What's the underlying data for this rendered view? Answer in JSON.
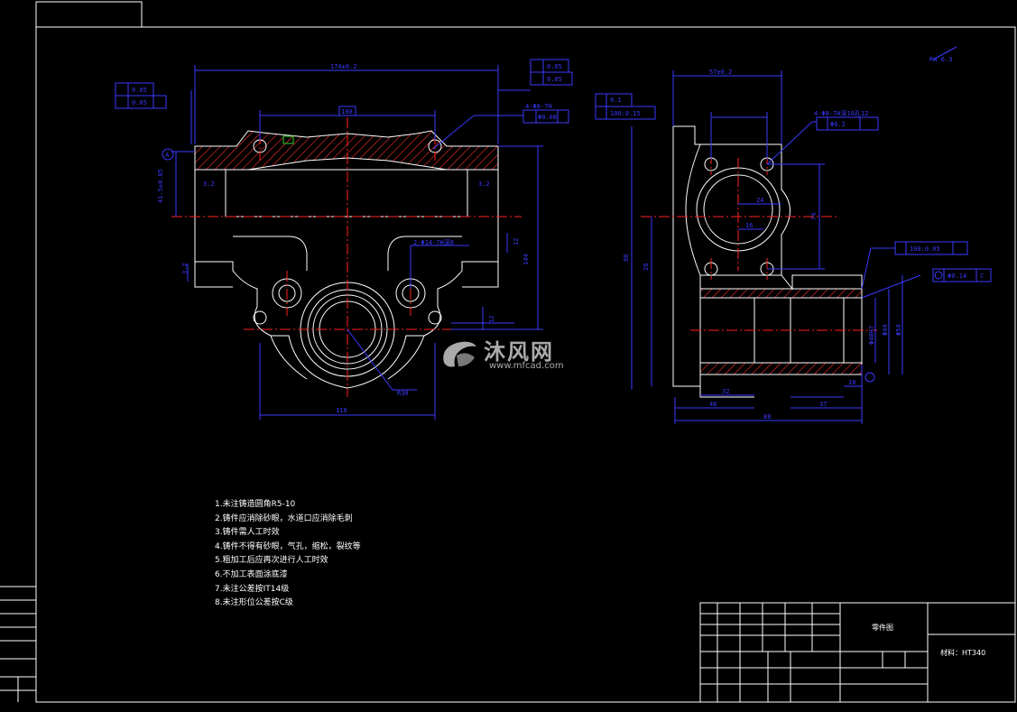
{
  "drawing": {
    "title_block": {
      "part_name": "零件图",
      "material": "材料：HT340"
    },
    "corner_mark": "Ra 6.3",
    "front_view": {
      "overall_width": "174±0.2",
      "top_inner": "100",
      "bottom_width": "110",
      "height_right": "144",
      "height_left": "41.5±0.05",
      "flatness_1": "0.05",
      "flatness_2": "0.05",
      "perp_1": "0.05",
      "perp_2": "0.05",
      "hole_callout": "4-Φ8-7H",
      "hole_tol": "Φ0.08",
      "hole2_callout": "2-Φ14-7H深8",
      "radius_label": "R30",
      "datum_a": "A",
      "side_small_1": "12",
      "side_small_2": "12",
      "ra_1": "3.2",
      "ra_2": "3.2",
      "ra_3": "3.2"
    },
    "side_view": {
      "top_dim": "57±0.2",
      "flat_tol": "0.1",
      "perp_tol": "100:0.15",
      "hole_callout": "4-Φ8-7H深10孔12",
      "pos_tol": "Φ0.2",
      "overall_height": "88",
      "inner_height": "28",
      "width_24": "24",
      "width_16": "16",
      "width_74": "74",
      "bottom_88": "88",
      "dim_32": "32",
      "dim_46": "46",
      "dim_37": "37",
      "dim_10": "10",
      "perp_b": "100:0.05",
      "coax": "Φ0.14",
      "datum_c": "C",
      "dia_1": "Φ40H7",
      "dia_2": "Φ44",
      "dia_3": "Φ54"
    }
  },
  "notes": [
    "1.未注铸造圆角R5-10",
    "2.铸件应消除砂眼，水道口应消除毛刺",
    "3.铸件需人工时效",
    "4.铸件不得有砂眼，气孔，缩松，裂纹等",
    "5.粗加工后应再次进行人工时效",
    "6.不加工表面涂底漆",
    "7.未注公差按IT14级",
    "8.未注形位公差按C级"
  ],
  "watermark": {
    "brand": "沐风网",
    "url": "www.mfcad.com"
  },
  "colors": {
    "background": "#000000",
    "outline": "#ffffff",
    "dimension": "#3a3aff",
    "centerline": "#ff2020",
    "hatch": "#ff3030",
    "frame": "#ffffff"
  }
}
